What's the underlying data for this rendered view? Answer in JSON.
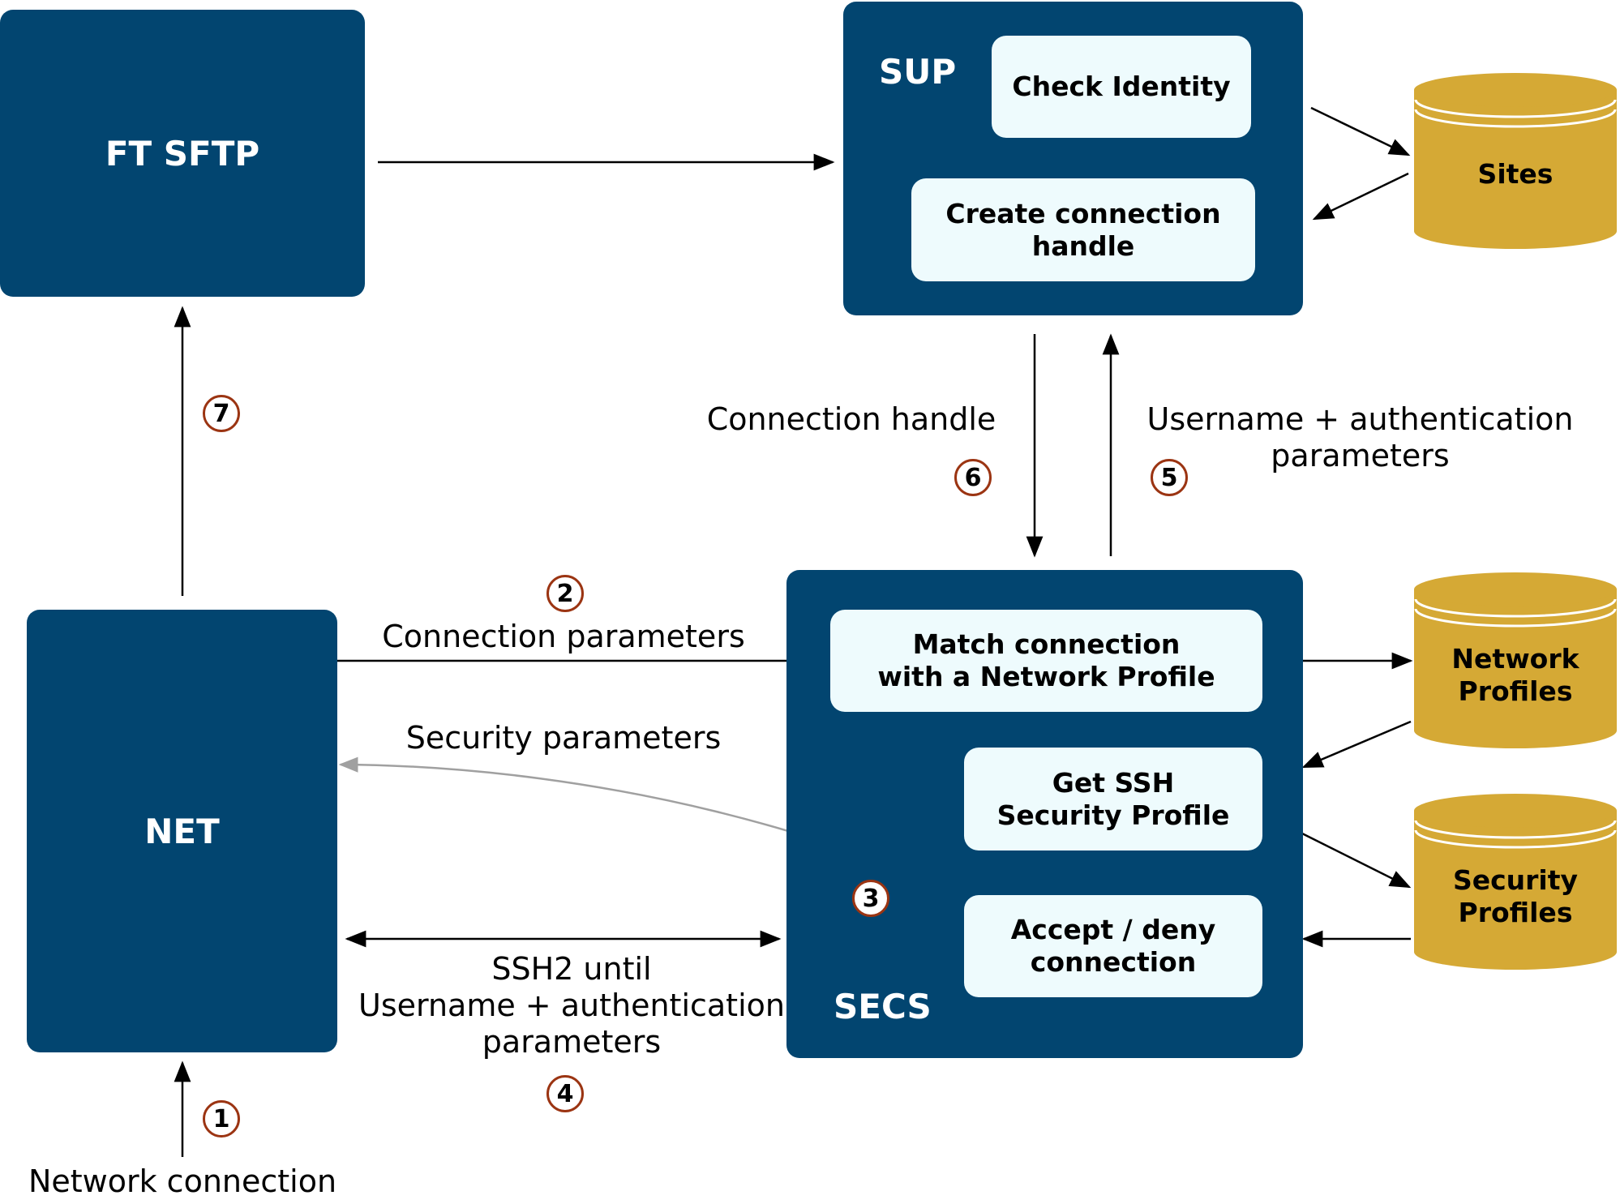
{
  "boxes": {
    "ft_sftp": "FT SFTP",
    "sup": "SUP",
    "net": "NET",
    "secs": "SECS"
  },
  "sup_steps": {
    "check_identity": "Check Identity",
    "create_handle": "Create connection\nhandle"
  },
  "secs_steps": {
    "match_profile": "Match connection\nwith a Network Profile",
    "get_ssh": "Get SSH\nSecurity Profile",
    "accept_deny": "Accept / deny\nconnection"
  },
  "databases": {
    "sites": "Sites",
    "network_profiles": "Network\nProfiles",
    "security_profiles": "Security\nProfiles"
  },
  "labels": {
    "network_connection": "Network connection",
    "connection_parameters": "Connection parameters",
    "security_parameters": "Security parameters",
    "ssh2_until": "SSH2 until\nUsername + authentication\nparameters",
    "connection_handle": "Connection handle",
    "username_auth": "Username + authentication\nparameters"
  },
  "steps": {
    "s1": "1",
    "s2": "2",
    "s3": "3",
    "s4": "4",
    "s5": "5",
    "s6": "6",
    "s7": "7"
  },
  "colors": {
    "box": "#024570",
    "inner": "#eefbfd",
    "database": "#d5a935",
    "badge_border": "#9b3412",
    "arrow": "#000000",
    "return_arrow": "#a0a0a0"
  }
}
